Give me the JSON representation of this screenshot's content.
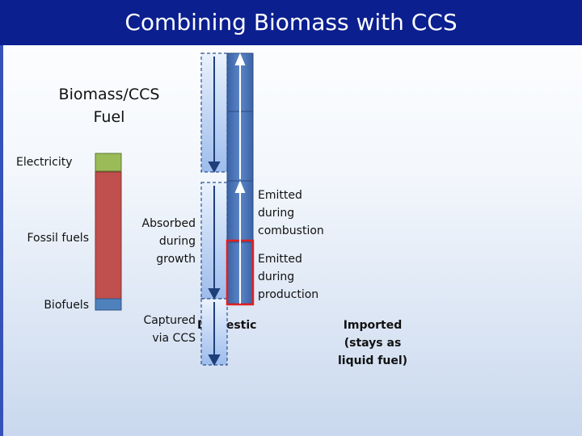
{
  "title": "Combining Biomass with CCS",
  "heading": "Biomass/CCS\nFuel",
  "bar_labels": {
    "electricity": "Electricity",
    "fossil_fuels": "Fossil fuels",
    "biofuels": "Biofuels"
  },
  "flow_labels": {
    "absorbed": "Absorbed\nduring\ngrowth",
    "captured": "Captured\nvia CCS",
    "emitted_combustion": "Emitted\nduring\ncombustion",
    "emitted_production": "Emitted\nduring\nproduction"
  },
  "category_labels": {
    "domestic": "Domestic",
    "imported": "Imported\n(stays as\nliquid fuel)"
  },
  "colors": {
    "title_bg": "#0b1f8f",
    "electricity": "#9bbb59",
    "fossil_fuels": "#c0504d",
    "biofuels": "#4f81bd",
    "emitted": "#4a72b0",
    "absorbed": "#bfd3f2",
    "highlight": "#e02020"
  }
}
